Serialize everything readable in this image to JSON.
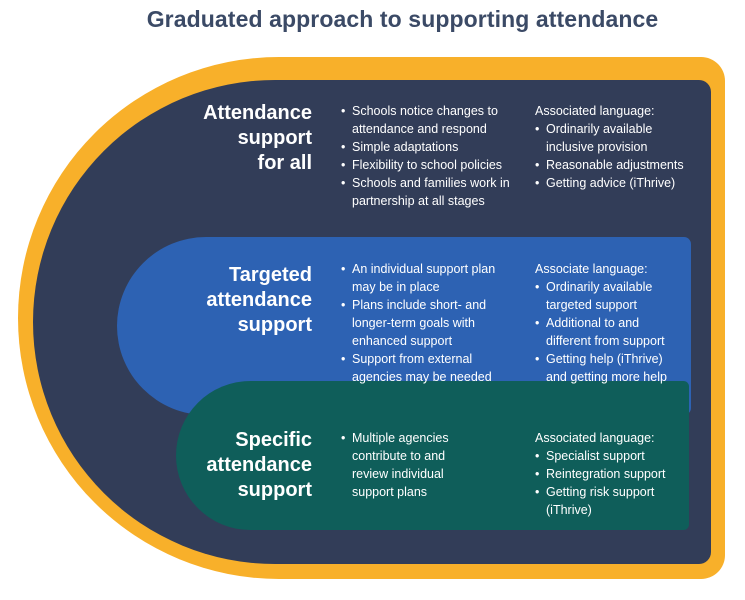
{
  "title": "Graduated approach to supporting attendance",
  "colors": {
    "border": "#f8b02a",
    "universal": "#323d58",
    "targeted": "#2d62b3",
    "specific": "#0f5e5a",
    "title": "#3b4a66"
  },
  "tiers": [
    {
      "label_lines": [
        "Attendance",
        "support",
        "for all"
      ],
      "bullets": [
        "Schools notice changes to attendance and respond",
        "Simple adaptations",
        "Flexibility to school policies",
        "Schools and families work in partnership at all stages"
      ],
      "language_heading": "Associated language:",
      "language": [
        "Ordinarily available inclusive provision",
        "Reasonable adjustments",
        "Getting advice (iThrive)"
      ]
    },
    {
      "label_lines": [
        "Targeted",
        "attendance",
        "support"
      ],
      "bullets": [
        "An individual support plan may be in place",
        "Plans include short- and longer-term goals with enhanced support",
        "Support from external agencies may be needed"
      ],
      "language_heading": "Associate language:",
      "language": [
        "Ordinarily available targeted support",
        "Additional to and different from support",
        "Getting help (iThrive) and getting more help"
      ]
    },
    {
      "label_lines": [
        "Specific",
        "attendance",
        "support"
      ],
      "bullets": [
        "Multiple agencies contribute to and review individual support plans"
      ],
      "language_heading": "Associated language:",
      "language": [
        "Specialist support",
        "Reintegration support",
        "Getting risk support (iThrive)"
      ]
    }
  ]
}
